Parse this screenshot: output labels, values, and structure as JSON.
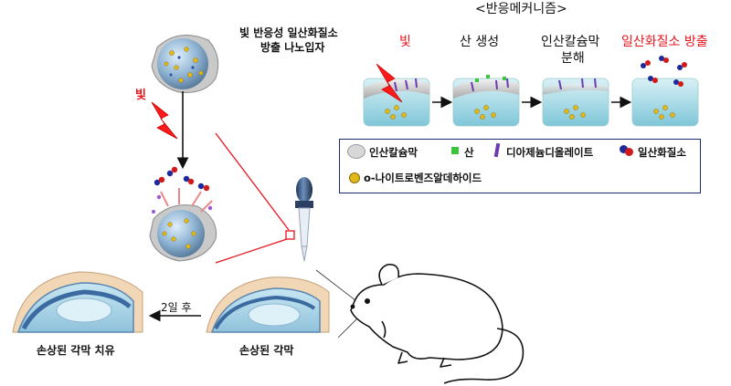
{
  "mechanism_title": "<반응메커니즘>",
  "nanoparticle_title_line1": "빛 반응성 일산화질소",
  "nanoparticle_title_line2": "방출 나노입자",
  "light_label": "빛",
  "steps": [
    "빛",
    "산 생성",
    "인산칼슘막",
    "분해",
    "일산화질소 방출"
  ],
  "legend": {
    "calcium_phosphate": "인산칼슘막",
    "acid": "산",
    "diazeniumdiolate": "디아제늄디올레이트",
    "nitric_oxide": "일산화질소",
    "nitrobenzaldehyde": "o-나이트로벤즈알데하이드"
  },
  "after_days": "2일 후",
  "damaged_cornea": "손상된 각막",
  "healed_cornea": "손상된 각막 치유",
  "colors": {
    "red": "#e8141c",
    "legend_border": "#1c2a6e",
    "particle": "#7fa6c8",
    "gel": "#bfe3ec"
  }
}
